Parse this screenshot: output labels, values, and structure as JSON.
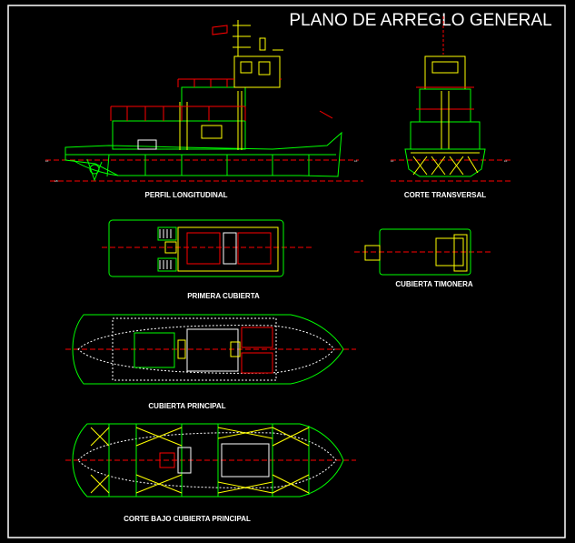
{
  "title": "PLANO DE ARREGLO GENERAL",
  "views": {
    "profile": "PERFIL LONGITUDINAL",
    "transverse": "CORTE TRANSVERSAL",
    "first_deck": "PRIMERA CUBIERTA",
    "wheelhouse_deck": "CUBIERTA TIMONERA",
    "main_deck": "CUBIERTA PRINCIPAL",
    "below_main_deck": "CORTE BAJO CUBIERTA PRINCIPAL"
  },
  "colors": {
    "background": "#000000",
    "frame": "#ffffff",
    "hull": "#00ff00",
    "superstructure": "#ffff00",
    "rail": "#ff0000",
    "centerline": "#ff0000",
    "detail": "#ffffff"
  }
}
